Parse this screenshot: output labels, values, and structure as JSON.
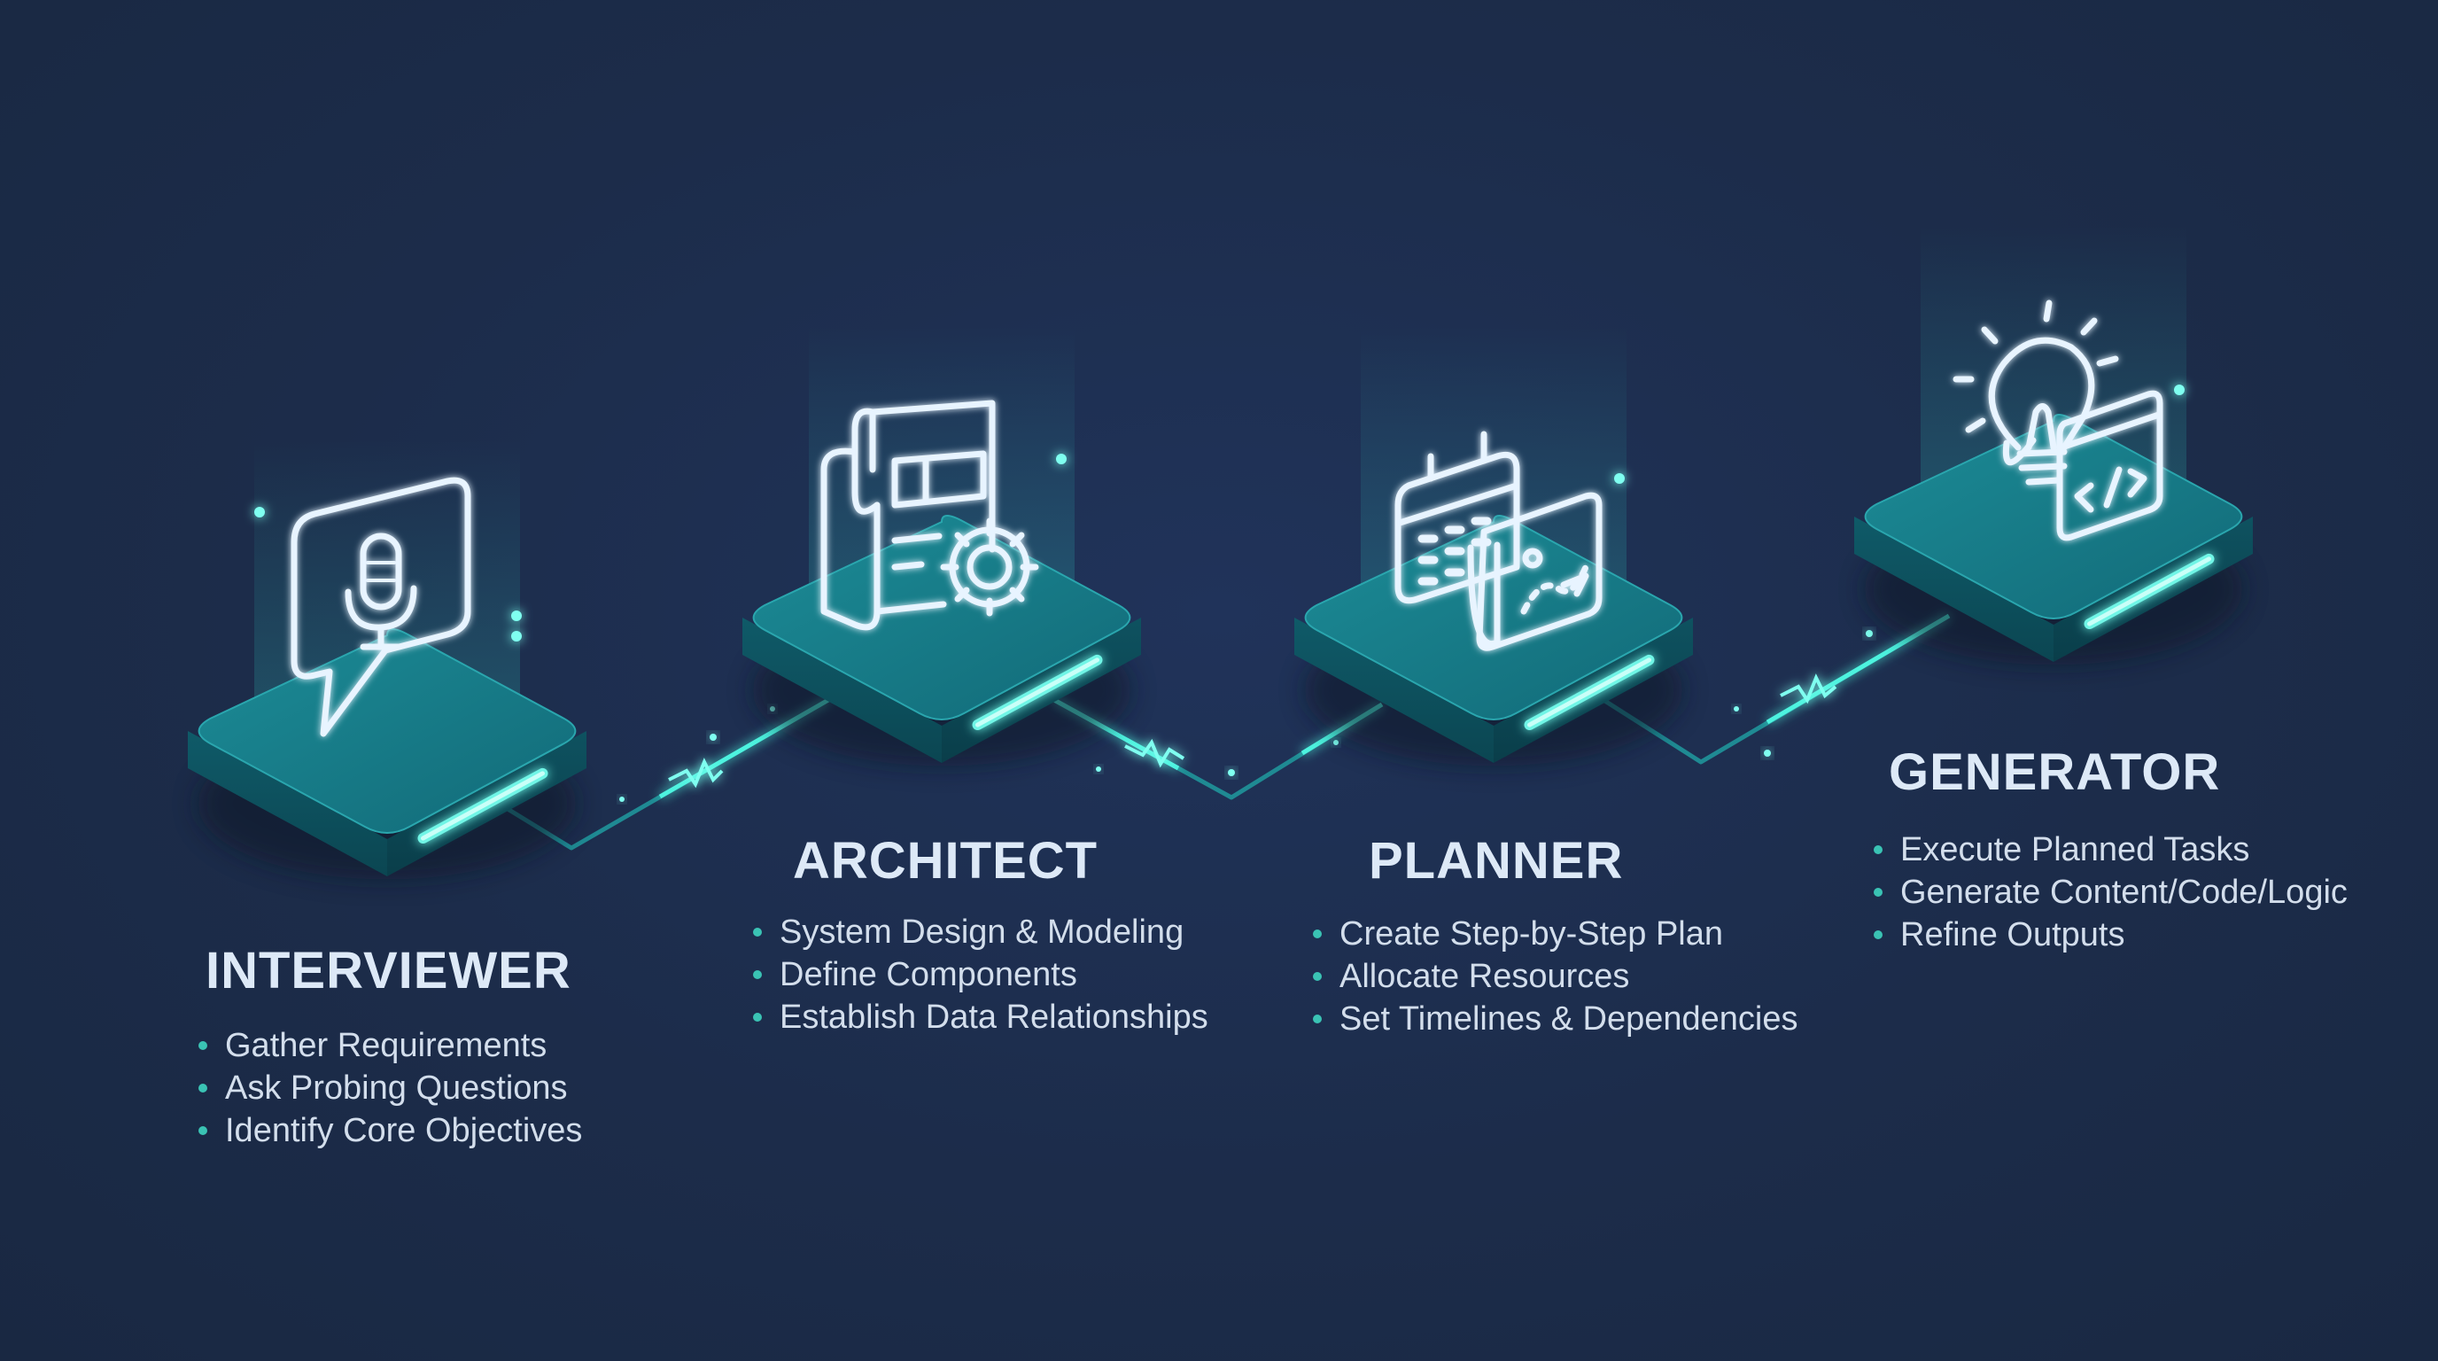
{
  "colors": {
    "background": "#1d2d4a",
    "platform_top": "#177a86",
    "platform_side": "#0f5664",
    "glow": "#4ef3df",
    "icon_stroke": "#e8f4ff",
    "title_text": "#dde9f7",
    "bullet_text": "#d3deec",
    "bullet": "#3ac3b4"
  },
  "stages": [
    {
      "title": "INTERVIEWER",
      "icon": "chat-microphone-icon",
      "items": [
        "Gather Requirements",
        "Ask Probing Questions",
        "Identify Core Objectives"
      ]
    },
    {
      "title": "ARCHITECT",
      "icon": "blueprint-gear-icon",
      "items": [
        "System Design & Modeling",
        "Define Components",
        "Establish Data Relationships"
      ]
    },
    {
      "title": "PLANNER",
      "icon": "calendar-map-icon",
      "items": [
        "Create Step-by-Step Plan",
        "Allocate Resources",
        "Set Timelines & Dependencies"
      ]
    },
    {
      "title": "GENERATOR",
      "icon": "lightbulb-code-icon",
      "items": [
        "Execute Planned Tasks",
        "Generate Content/Code/Logic",
        "Refine Outputs"
      ]
    }
  ],
  "connections": [
    {
      "from": "INTERVIEWER",
      "to": "ARCHITECT"
    },
    {
      "from": "ARCHITECT",
      "to": "PLANNER"
    },
    {
      "from": "PLANNER",
      "to": "GENERATOR"
    }
  ]
}
